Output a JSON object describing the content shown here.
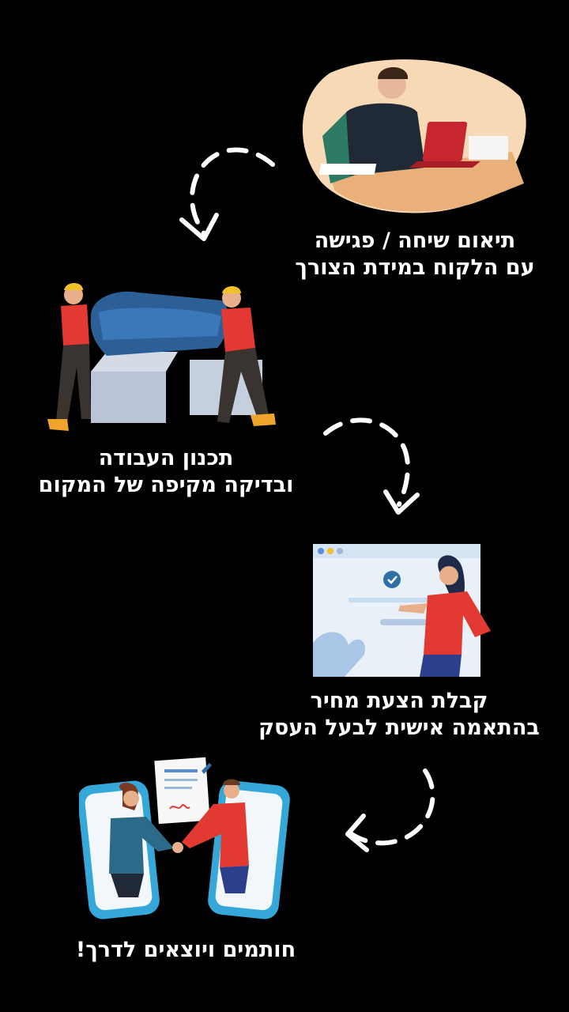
{
  "steps": [
    {
      "line1": "תיאום שיחה / פגישה",
      "line2": "עם הלקוח במידת הצורך"
    },
    {
      "line1": "תכנון העבודה",
      "line2": "ובדיקה מקיפה של המקום"
    },
    {
      "line1": "קבלת הצעת מחיר",
      "line2": "בהתאמה אישית לבעל העסק"
    },
    {
      "line1": "חותמים ויוצאים לדרך!"
    }
  ],
  "colors": {
    "background": "#000000",
    "text": "#ffffff",
    "accent_red": "#e23a32",
    "accent_blue": "#2f6fa8",
    "peach": "#f8d9b6"
  },
  "icons": [
    "dashed-curved-arrow-icon"
  ]
}
